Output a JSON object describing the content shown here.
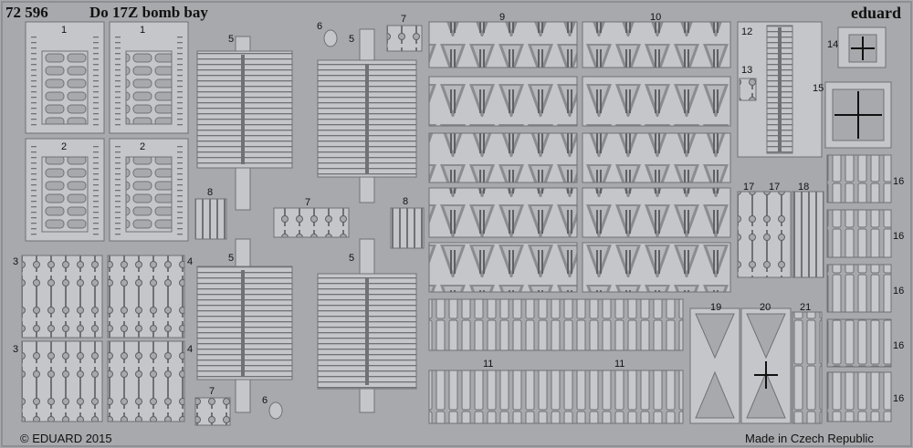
{
  "header": {
    "code": "72 596",
    "title": "Do 17Z bomb bay",
    "brand": "eduard"
  },
  "footer": {
    "copyright": "© EDUARD 2015",
    "origin": "Made in Czech Republic"
  },
  "part_labels": [
    "1",
    "1",
    "2",
    "2",
    "3",
    "3",
    "4",
    "4",
    "5",
    "5",
    "5",
    "5",
    "6",
    "6",
    "7",
    "7",
    "7",
    "8",
    "8",
    "9",
    "10",
    "11",
    "11",
    "12",
    "13",
    "14",
    "15",
    "16",
    "16",
    "16",
    "16",
    "16",
    "17",
    "17",
    "18",
    "19",
    "20",
    "21"
  ],
  "colors": {
    "fret": "#a7a9ac",
    "etch_light": "#c9cbce",
    "etch_dark": "#6f7175",
    "ink": "#111111"
  }
}
